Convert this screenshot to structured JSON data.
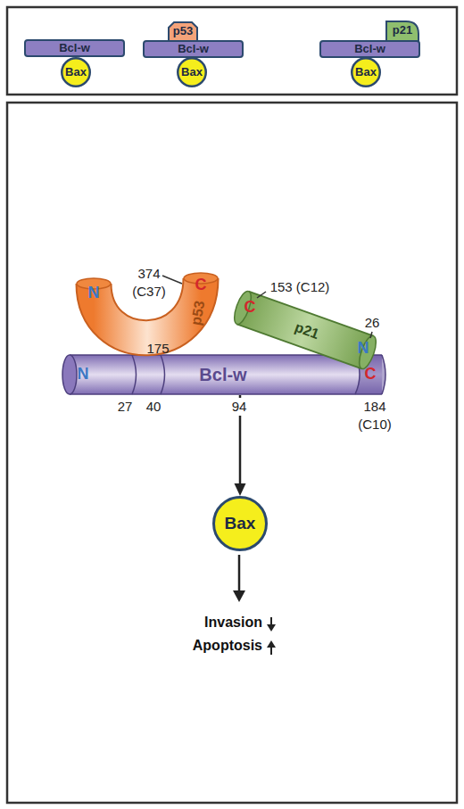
{
  "diagram": {
    "nodes": [
      {
        "text": [
          "Bcl-w"
        ]
      },
      {
        "text": [
          "Bax"
        ]
      },
      {
        "text": [
          "p53"
        ]
      },
      {
        "text": [
          "Bcl-w"
        ]
      },
      {
        "text": [
          "Bax"
        ]
      },
      {
        "text": [
          "p21"
        ]
      },
      {
        "text": [
          "Bcl-w"
        ]
      },
      {
        "text": [
          "Bax"
        ]
      },
      {
        "text": [
          "N",
          "p53",
          "C"
        ]
      },
      {
        "text": [
          "C",
          "p21",
          "N"
        ]
      },
      {
        "text": [
          "N",
          "Bcl-w",
          "C"
        ]
      },
      {
        "text": [
          "Bax"
        ]
      }
    ],
    "edges": [
      {
        "from": 10,
        "to": 11,
        "arrow": "to"
      }
    ],
    "labels": [
      "374 (C37)",
      "175",
      "153 (C12)",
      "26",
      "27",
      "40",
      "94",
      "184 (C10)",
      "Invasion",
      "Apoptosis"
    ]
  }
}
